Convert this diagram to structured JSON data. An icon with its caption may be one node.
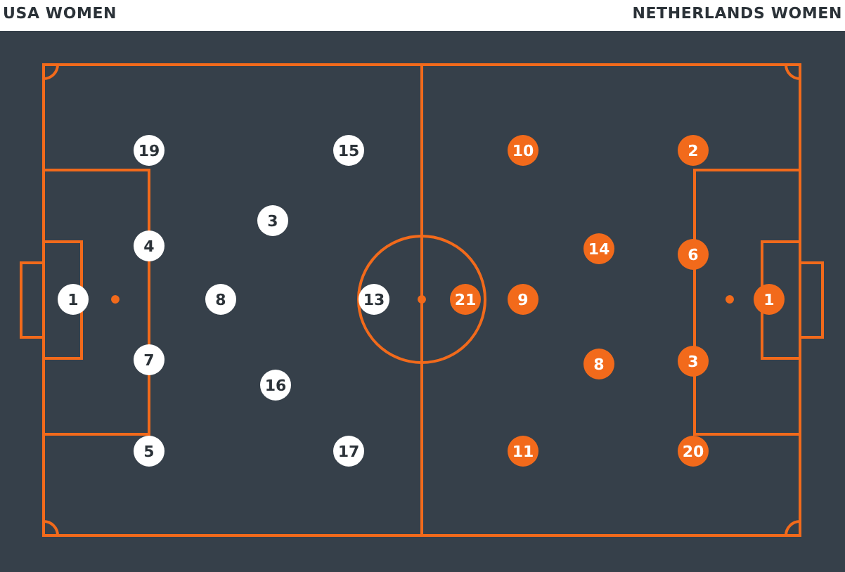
{
  "diagram": {
    "nodes": [
      {
        "text": [
          "1"
        ]
      },
      {
        "text": [
          "19"
        ]
      },
      {
        "text": [
          "4"
        ]
      },
      {
        "text": [
          "7"
        ]
      },
      {
        "text": [
          "5"
        ]
      },
      {
        "text": [
          "8"
        ]
      },
      {
        "text": [
          "3"
        ]
      },
      {
        "text": [
          "16"
        ]
      },
      {
        "text": [
          "15"
        ]
      },
      {
        "text": [
          "17"
        ]
      },
      {
        "text": [
          "13"
        ]
      },
      {
        "text": [
          "21"
        ]
      },
      {
        "text": [
          "10"
        ]
      },
      {
        "text": [
          "9"
        ]
      },
      {
        "text": [
          "11"
        ]
      },
      {
        "text": [
          "14"
        ]
      },
      {
        "text": [
          "8"
        ]
      },
      {
        "text": [
          "2"
        ]
      },
      {
        "text": [
          "6"
        ]
      },
      {
        "text": [
          "3"
        ]
      },
      {
        "text": [
          "20"
        ]
      },
      {
        "text": [
          "1"
        ]
      }
    ],
    "labels": [
      "USA WOMEN",
      "NETHERLANDS WOMEN"
    ]
  }
}
